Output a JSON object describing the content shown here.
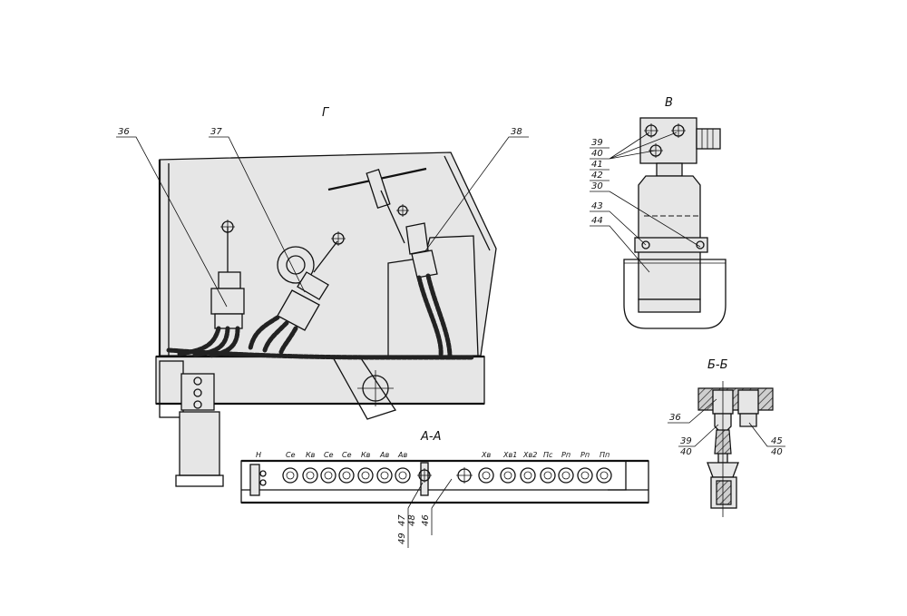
{
  "views": {
    "g": "Г",
    "v": "В",
    "aa": "А-А",
    "bb": "Б-Б"
  },
  "callouts": {
    "c36": "36",
    "c37": "37",
    "c38": "38",
    "v_39": "39",
    "v_40": "40",
    "v_41": "41",
    "v_42": "42",
    "v_30": "30",
    "v_43": "43",
    "v_44": "44",
    "b_36": "36",
    "b_39": "39",
    "b_40a": "40",
    "b_45": "45",
    "b_40b": "40",
    "a_47": "47",
    "a_48": "48",
    "a_49": "49",
    "a_46": "46"
  },
  "terminal_labels": [
    "Н",
    "Се",
    "Кв",
    "Се",
    "Се",
    "Кв",
    "Ав",
    "Ав",
    "Хв",
    "Хв1",
    "Хв2",
    "Пс",
    "Рп",
    "Рп",
    "Пп"
  ]
}
